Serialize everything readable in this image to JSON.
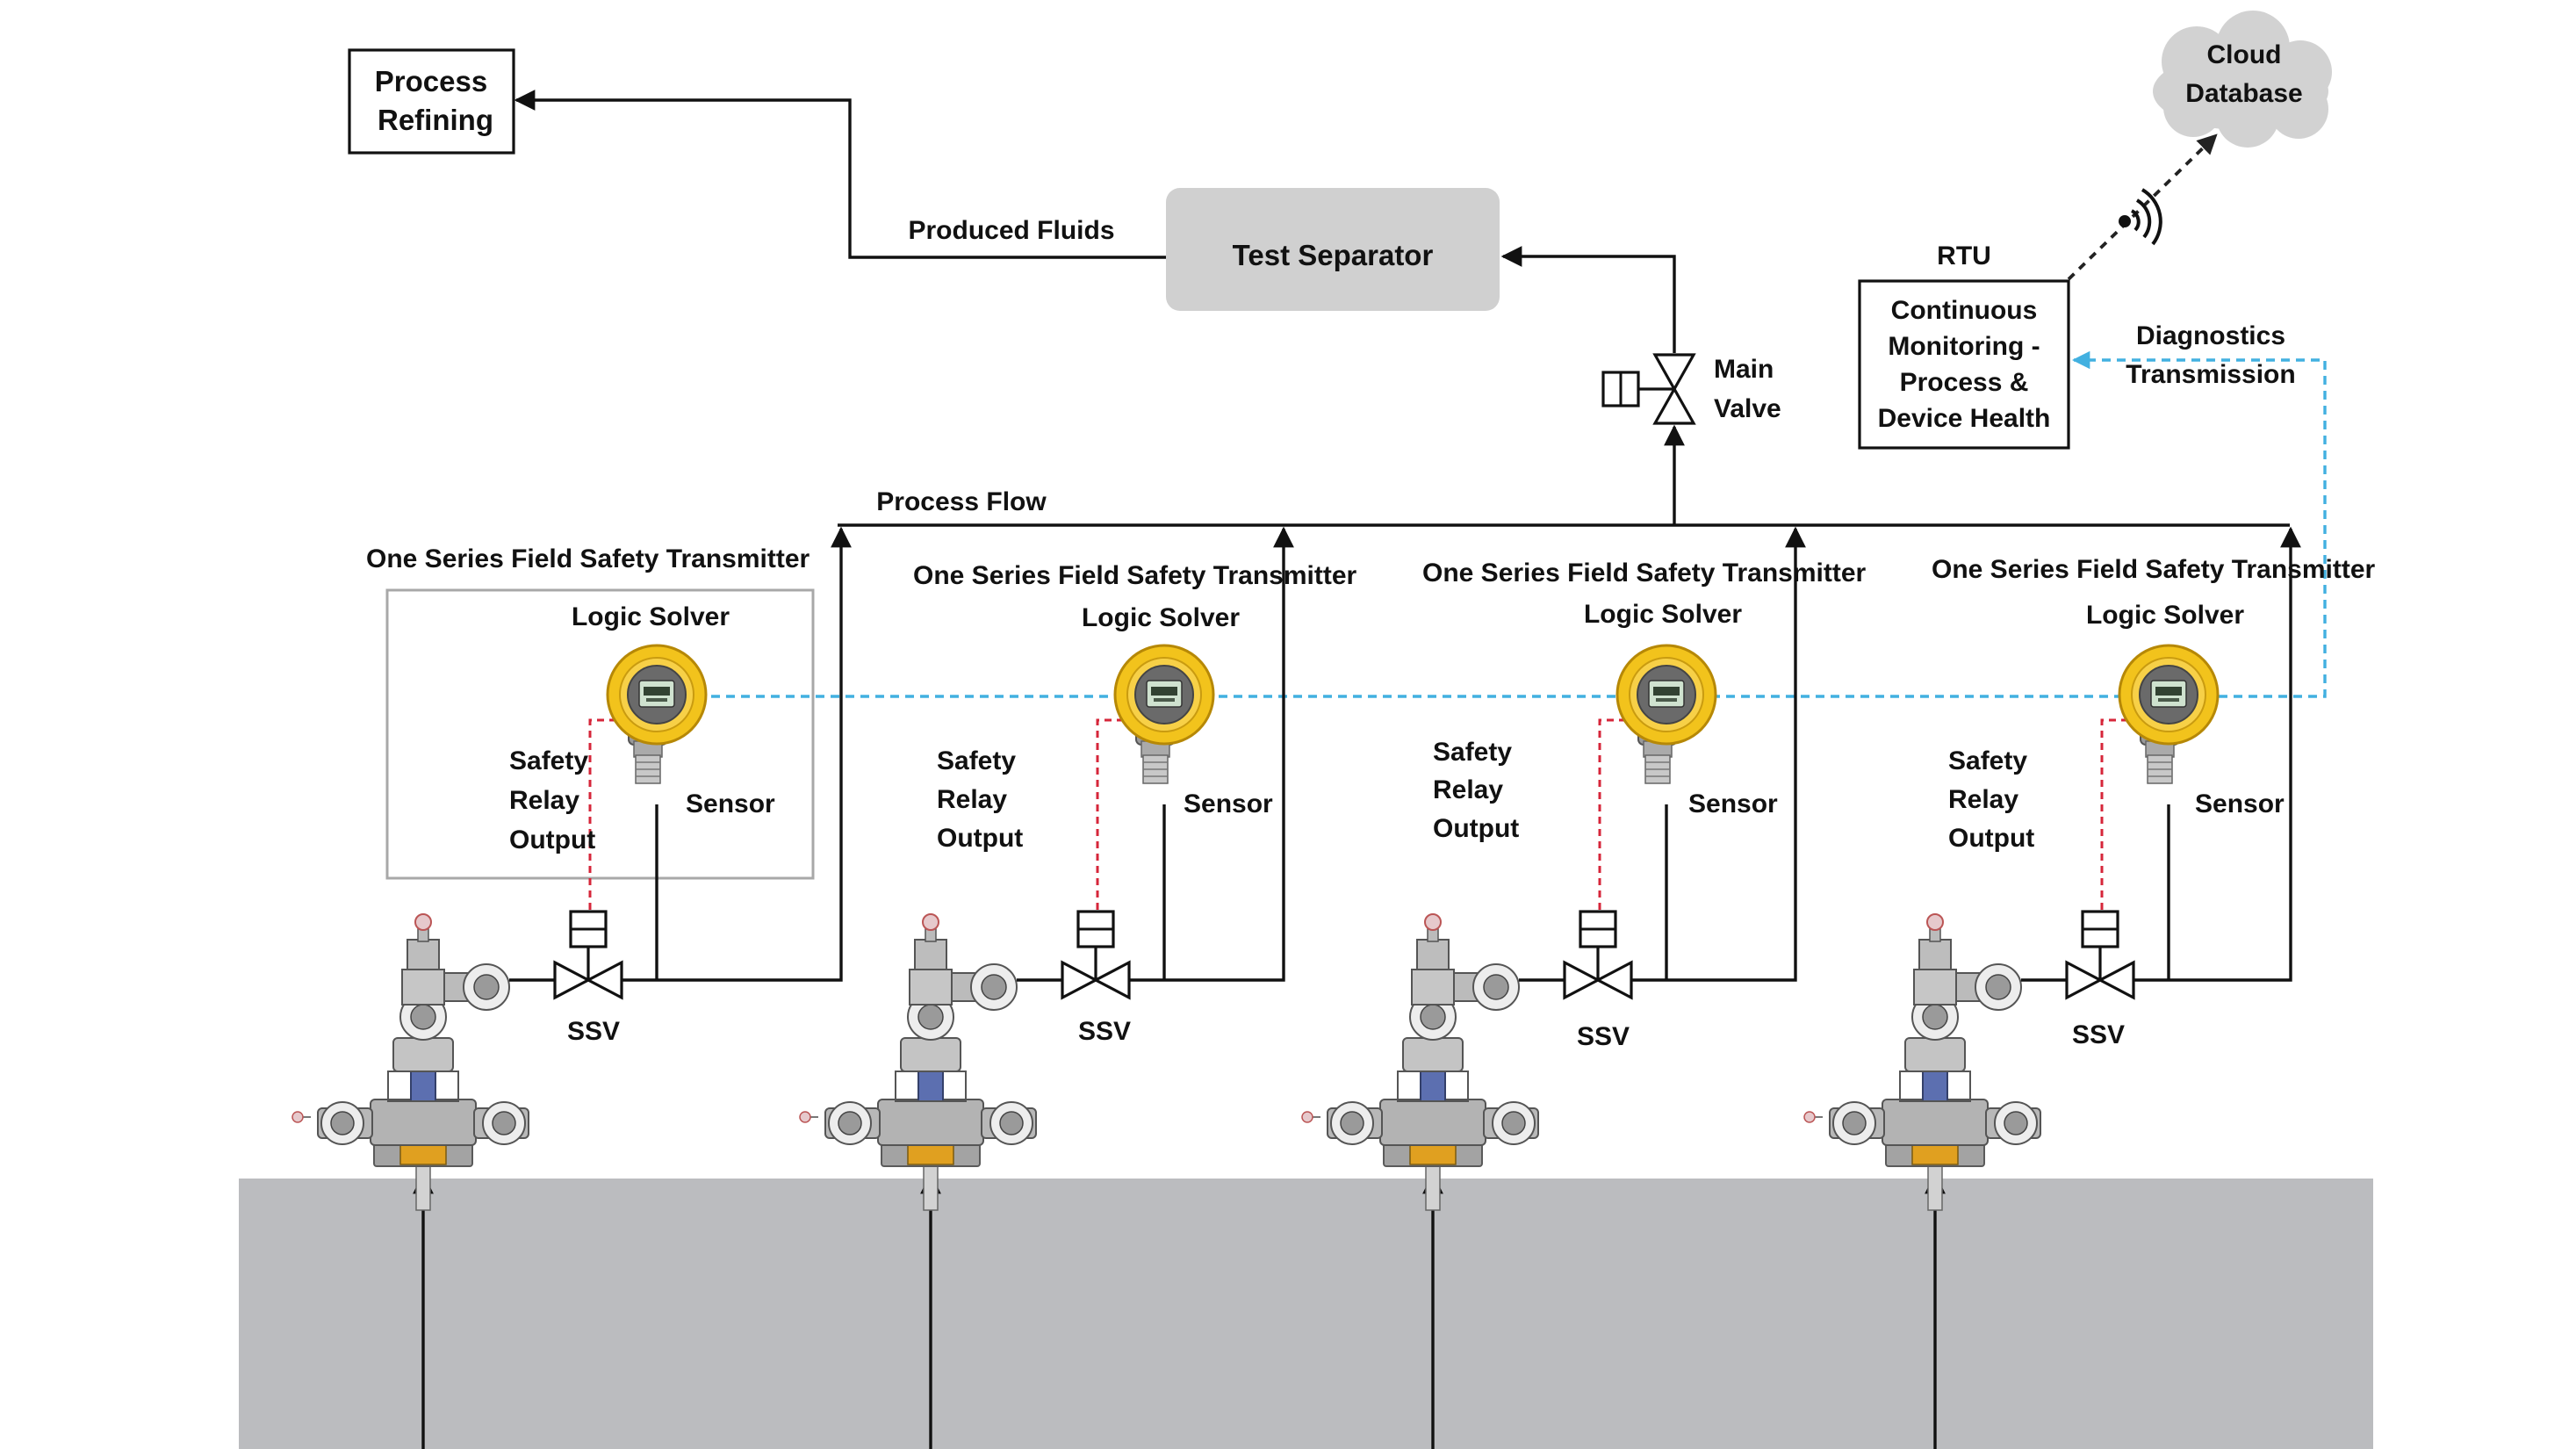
{
  "colors": {
    "ground": "#bbbcbf",
    "separator_fill": "#d0d0d0",
    "cloud_fill": "#d2d2d2",
    "diagnostics_line": "#42b0e0",
    "relay_line": "#d6263a",
    "transmitter_yellow": "#f2c31c",
    "flow_line": "#111111"
  },
  "process_refining": [
    "Process",
    "Refining"
  ],
  "produced_fluids": "Produced Fluids",
  "test_separator": "Test Separator",
  "main_valve": [
    "Main",
    "Valve"
  ],
  "process_flow": "Process Flow",
  "rtu": {
    "title": "RTU",
    "lines": [
      "Continuous",
      "Monitoring -",
      "Process &",
      "Device Health"
    ]
  },
  "cloud": [
    "Cloud",
    "Database"
  ],
  "diagnostics": [
    "Diagnostics",
    "Transmission"
  ],
  "wells": [
    {
      "transmitter_label": "One Series Field Safety Transmitter",
      "logic_solver": "Logic Solver",
      "safety_relay": [
        "Safety",
        "Relay",
        "Output"
      ],
      "sensor": "Sensor",
      "ssv": "SSV"
    },
    {
      "transmitter_label": "One Series Field Safety Transmitter",
      "logic_solver": "Logic Solver",
      "safety_relay": [
        "Safety",
        "Relay",
        "Output"
      ],
      "sensor": "Sensor",
      "ssv": "SSV"
    },
    {
      "transmitter_label": "One Series Field Safety Transmitter",
      "logic_solver": "Logic Solver",
      "safety_relay": [
        "Safety",
        "Relay",
        "Output"
      ],
      "sensor": "Sensor",
      "ssv": "SSV"
    },
    {
      "transmitter_label": "One Series Field Safety Transmitter",
      "logic_solver": "Logic Solver",
      "safety_relay": [
        "Safety",
        "Relay",
        "Output"
      ],
      "sensor": "Sensor",
      "ssv": "SSV"
    }
  ]
}
